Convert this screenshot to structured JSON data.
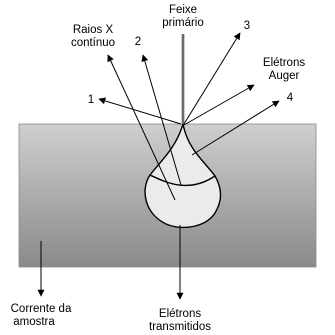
{
  "labels": {
    "primary_beam_line1": "Feixe",
    "primary_beam_line2": "primário",
    "xray_line1": "Raios X",
    "xray_line2": "contínuo",
    "ray_1": "1",
    "ray_2": "2",
    "ray_3": "3",
    "ray_4": "4",
    "auger_line1": "Elétrons",
    "auger_line2": "Auger",
    "sample_current_line1": "Corrente da",
    "sample_current_line2": "amostra",
    "transmitted_line1": "Elétrons",
    "transmitted_line2": "transmitidos"
  },
  "colors": {
    "sample_top": "#cfcfcf",
    "sample_bottom": "#8a8a8a",
    "volume_fill": "#ebebeb",
    "beam": "#9a9a9a",
    "stroke": "#000000"
  }
}
